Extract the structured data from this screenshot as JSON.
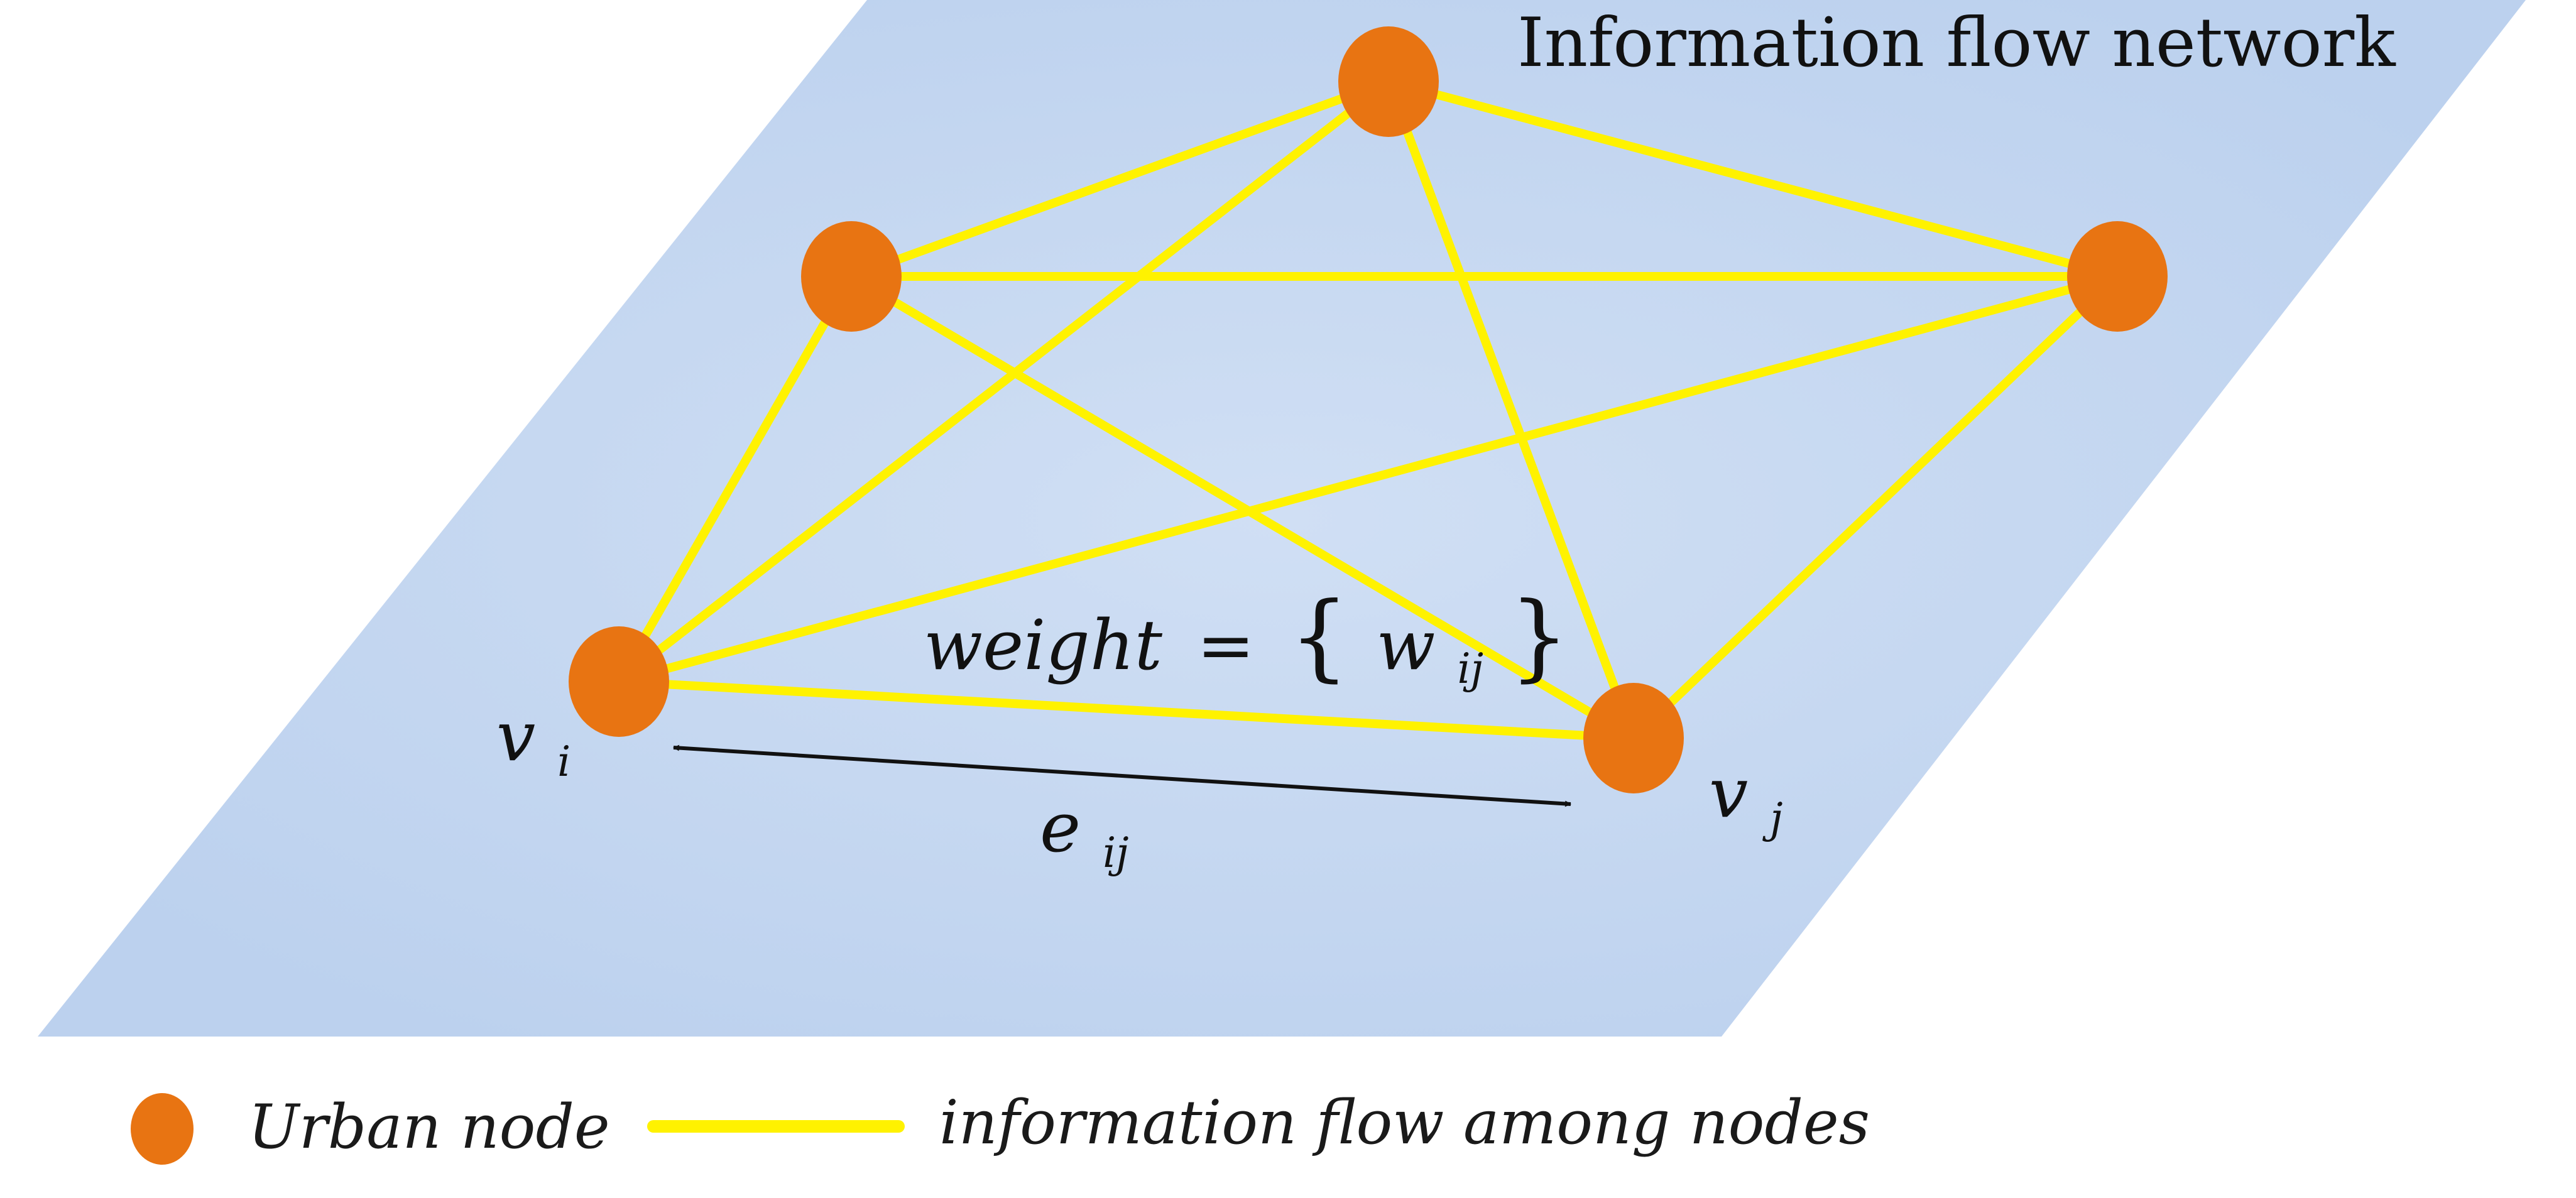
{
  "diagram": {
    "title": "Information flow network",
    "weight_label": {
      "prefix": "weight",
      "equals": "=",
      "open_brace": "{",
      "var": "w",
      "sub": "ij",
      "close_brace": "}"
    },
    "node_label_i": {
      "var": "v",
      "sub": "i"
    },
    "node_label_j": {
      "var": "v",
      "sub": "j"
    },
    "edge_label": {
      "var": "e",
      "sub": "ij"
    },
    "legend": {
      "node_label": "Urban node",
      "flow_label": "information flow among nodes"
    }
  },
  "colors": {
    "plane": "#BCD1EE",
    "plane_center": "#D0DFF4",
    "node": "#E87412",
    "flow": "#FFF200",
    "arrow": "#111111"
  }
}
